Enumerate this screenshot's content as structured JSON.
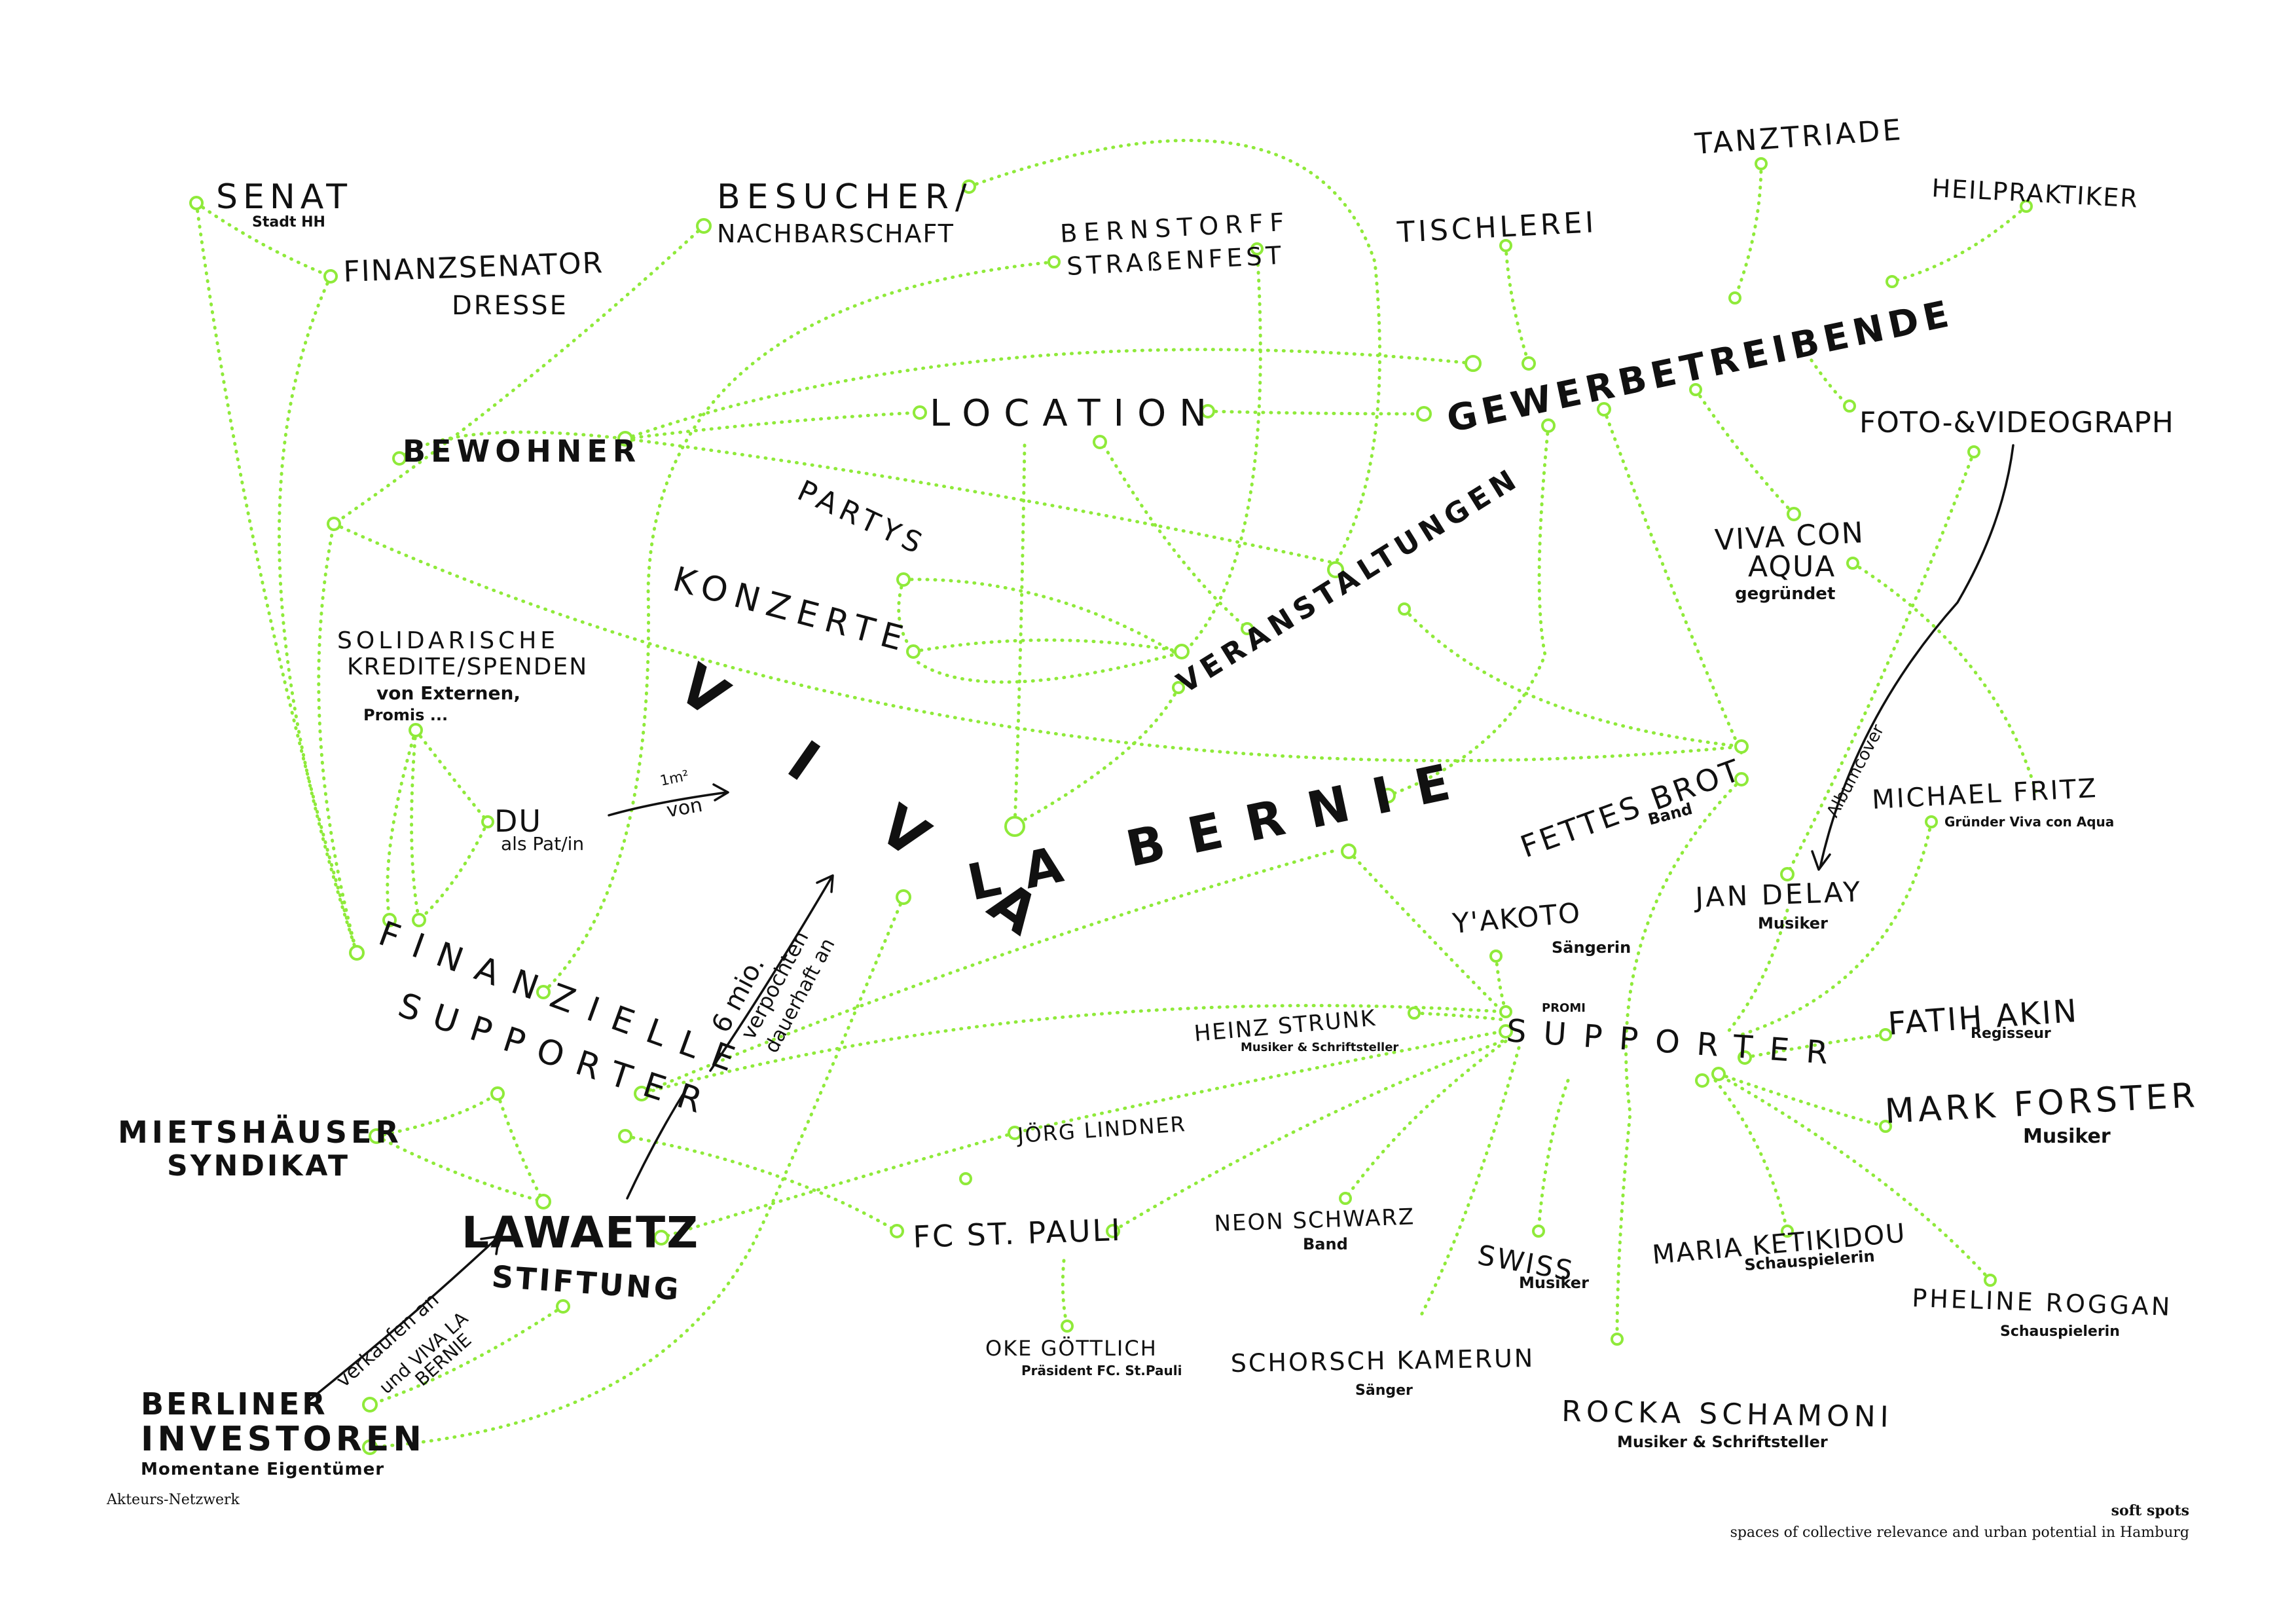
{
  "labels": {
    "senat": "SENAT",
    "senat_sub": "Stadt HH",
    "finanzsenator": "FINANZSENATOR",
    "finanzsenator2": "DRESSE",
    "besucher": "BESUCHER/",
    "besucher2": "NACHBARSCHAFT",
    "bernstorff": "BERNSTORFF",
    "bernstorff2": "STRAßENFEST",
    "tischlerei": "TISCHLEREI",
    "tanztriade": "TANZTRIADE",
    "heilpraktiker": "HEILPRAKTIKER",
    "gewerbe": "GEWERBETREIBENDE",
    "bewohner": "BEWOHNER",
    "location": "LOCATION",
    "foto": "FOTO-&VIDEOGRAPH",
    "partys": "PARTYS",
    "konzerte": "KONZERTE",
    "veranstaltungen": "VERANSTALTUNGEN",
    "vivaconaqua": "VIVA CON",
    "vivaconaqua2": "AQUA",
    "vivaconaqua_sub": "gegründet",
    "solidarische": "SOLIDARISCHE",
    "kredite": "KREDITE/SPENDEN",
    "von_externen": "von Externen,",
    "promis": "Promis ...",
    "du": "DU",
    "du_sub": "als Pat/in",
    "qm": "1m²",
    "von": "von",
    "viva": "V I V A",
    "labernie": "LA BERNIE",
    "fettes": "FETTES BROT",
    "fettes_sub": "Band",
    "albumcover": "Albumcover",
    "michael": "MICHAEL FRITZ",
    "michael_sub": "Gründer Viva con Aqua",
    "jandelay": "JAN DELAY",
    "jandelay_sub": "Musiker",
    "yakoto": "Y'AKOTO",
    "yakoto_sub": "Sängerin",
    "promi": "PROMI",
    "supporter": "SUPPORTER",
    "heinz": "HEINZ STRUNK",
    "heinz_sub": "Musiker & Schriftsteller",
    "fatih": "FATIH AKIN",
    "fatih_sub": "Regisseur",
    "mark": "MARK FORSTER",
    "mark_sub": "Musiker",
    "finanzielle": "FINANZIELLE",
    "fin_supporter": "SUPPORTER",
    "sixmio": "6 mio.",
    "verpochten": "verpochten",
    "dauerhaft": "dauerhaft an",
    "mietshaeuser": "MIETSHÄUSER",
    "syndikat": "SYNDIKAT",
    "joerg": "JÖRG LINDNER",
    "lawaetz": "LAWAETZ",
    "stiftung": "STIFTUNG",
    "fcstpauli": "FC ST. PAULI",
    "neon": "NEON SCHWARZ",
    "neon_sub": "Band",
    "swiss": "SWISS",
    "swiss_sub": "Musiker",
    "maria": "MARIA KETIKIDOU",
    "maria_sub": "Schauspielerin",
    "pheline": "PHELINE ROGGAN",
    "pheline_sub": "Schauspielerin",
    "oke": "OKE GÖTTLICH",
    "oke_sub": "Präsident FC. St.Pauli",
    "schorsch": "SCHORSCH KAMERUN",
    "schorsch_sub": "Sänger",
    "rocka": "ROCKA SCHAMONI",
    "rocka_sub": "Musiker & Schriftsteller",
    "verkaufen": "verkaufen an",
    "undviva": "und VIVA LA",
    "bernie_small": "BERNIE",
    "berliner": "BERLINER",
    "investoren": "INVESTOREN",
    "investoren_sub": "Momentane Eigentümer"
  },
  "footer": {
    "left": "Akteurs-Netzwerk",
    "brand": "soft spots",
    "subtitle": "spaces of collective relevance and urban potential in Hamburg"
  },
  "colors": {
    "link": "#8fea3a",
    "text": "#111111",
    "background": "#ffffff"
  }
}
